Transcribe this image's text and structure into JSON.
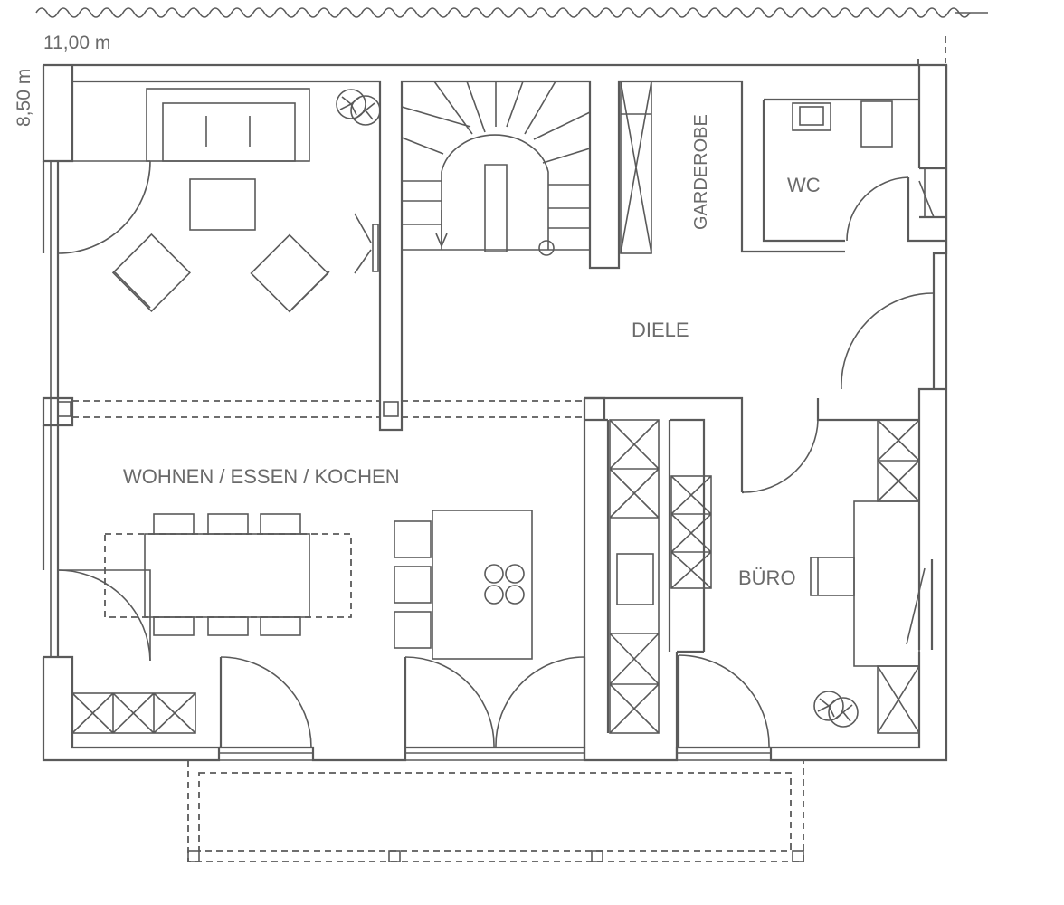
{
  "dimensions": {
    "width": "11,00 m",
    "depth": "8,50 m"
  },
  "rooms": {
    "living": "WOHNEN / ESSEN / KOCHEN",
    "hall": "DIELE",
    "wardrobe": "GARDEROBE",
    "wc": "WC",
    "office": "BÜRO"
  },
  "colors": {
    "line": "#5a5a5a",
    "text": "#6a6a6a",
    "background": "#ffffff"
  }
}
